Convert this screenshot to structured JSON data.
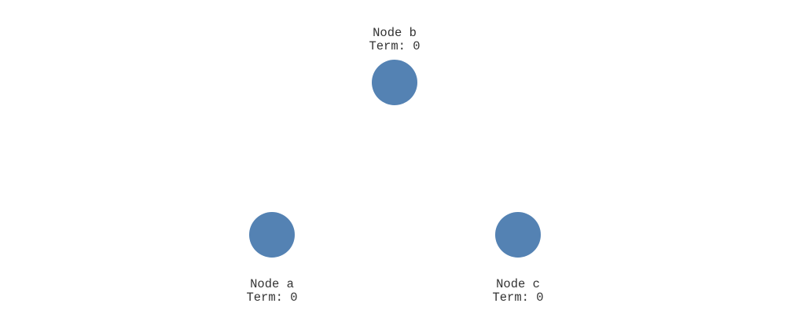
{
  "diagram": {
    "node_color": "#5482b3",
    "nodes": [
      {
        "id": "a",
        "name": "Node a",
        "term": "Term: 0"
      },
      {
        "id": "b",
        "name": "Node b",
        "term": "Term: 0"
      },
      {
        "id": "c",
        "name": "Node c",
        "term": "Term: 0"
      }
    ]
  }
}
